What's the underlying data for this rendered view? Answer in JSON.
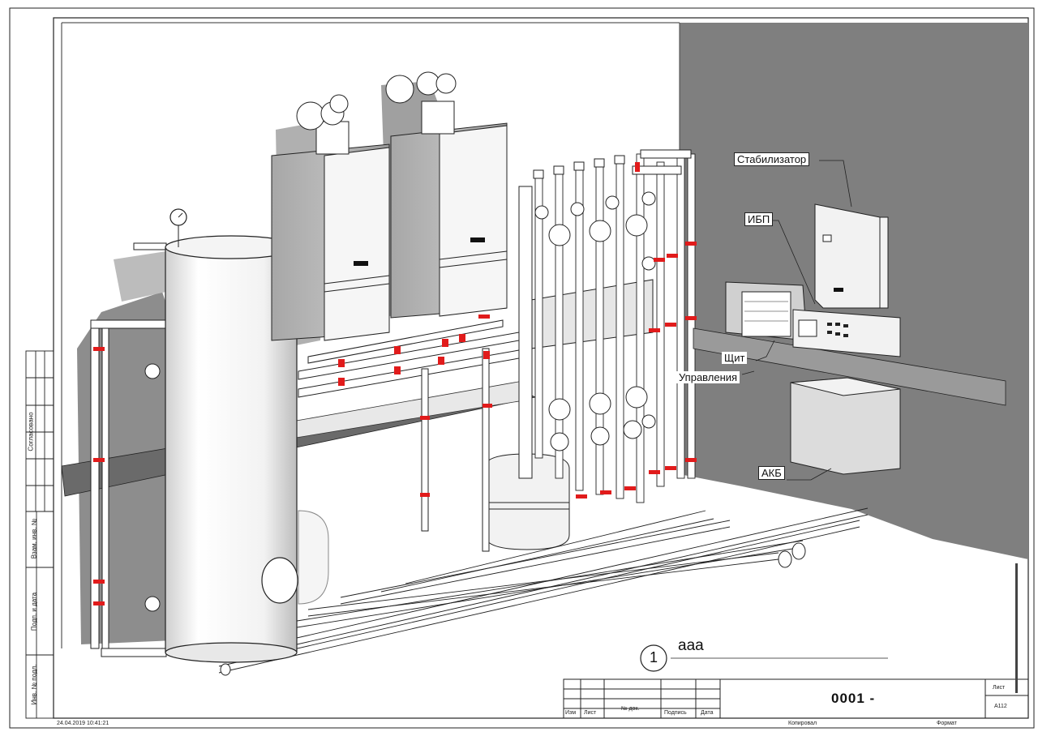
{
  "callouts": {
    "stabilizer": "Стабилизатор",
    "ups": "ИБП",
    "panel_line1": "Щит",
    "panel_line2": "Управления",
    "battery": "АКБ"
  },
  "view": {
    "number": "1",
    "title": "ааа"
  },
  "left_stamp": {
    "agreed": "Согласовано",
    "replaced_inv": "Взам. инв. №",
    "sign_date": "Подп. и дата",
    "inv_no": "Инв. № подл."
  },
  "title_block": {
    "sheet_number": "0001 -",
    "sheet_label": "Лист",
    "sheet_code": "A112",
    "col_change": "Изм",
    "col_sheet": "Лист",
    "col_doc": "№ док.",
    "col_signature": "Подпись",
    "col_date": "Дата",
    "copied": "Копировал",
    "format": "Формат"
  },
  "footer": {
    "timestamp": "24.04.2019 10:41:21"
  },
  "colors": {
    "wall": "#7f7f7f",
    "accent": "#e11b1b",
    "line": "#1a1a1a"
  }
}
